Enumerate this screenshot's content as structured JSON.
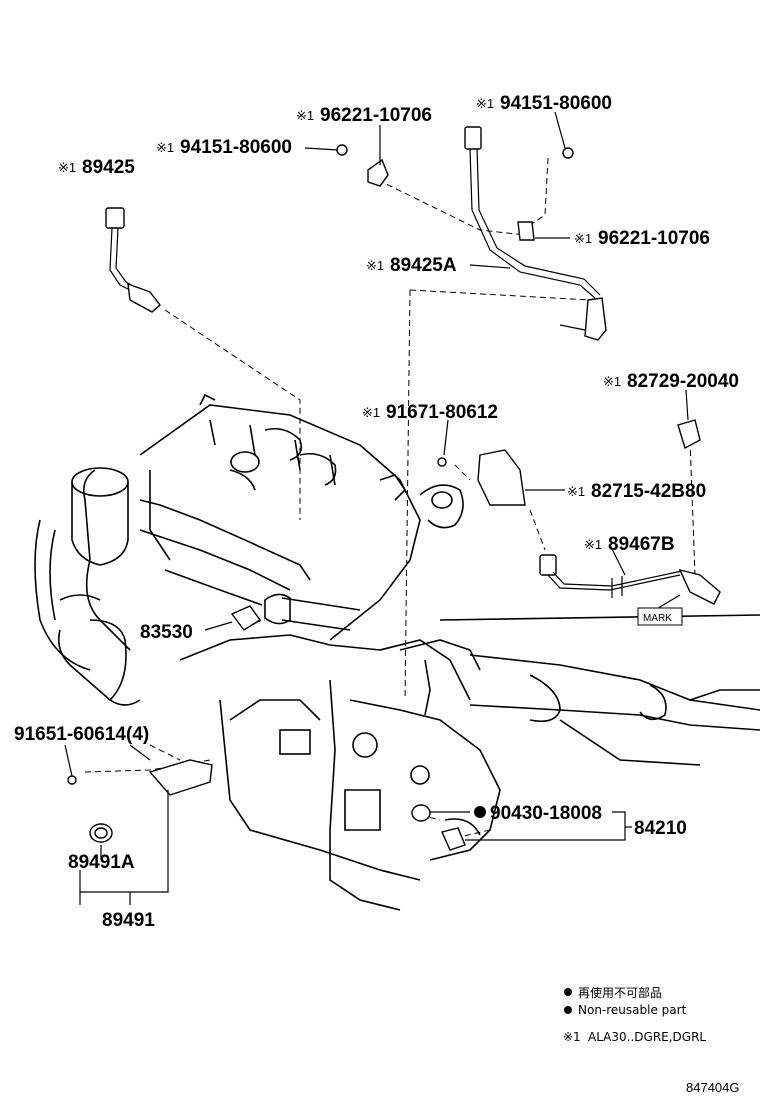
{
  "prefix_mark": "※1",
  "callouts": {
    "p96221_top": "96221-10706",
    "p94151_left": "94151-80600",
    "p94151_right": "94151-80600",
    "p89425": "89425",
    "p96221_right": "96221-10706",
    "p89425A": "89425A",
    "p82729": "82729-20040",
    "p91671": "91671-80612",
    "p82715": "82715-42B80",
    "p89467B": "89467B",
    "mark_label": "MARK",
    "p83530": "83530",
    "p91651": "91651-60614(4)",
    "p90430": "90430-18008",
    "p84210": "84210",
    "p89491A": "89491A",
    "p89491": "89491"
  },
  "legend": {
    "non_reusable_jp": "再使用不可部品",
    "non_reusable_en": "Non-reusable part",
    "note_prefix": "※1",
    "note_text": "ALA30..DGRE,DGRL"
  },
  "diagram_code": "847404G"
}
